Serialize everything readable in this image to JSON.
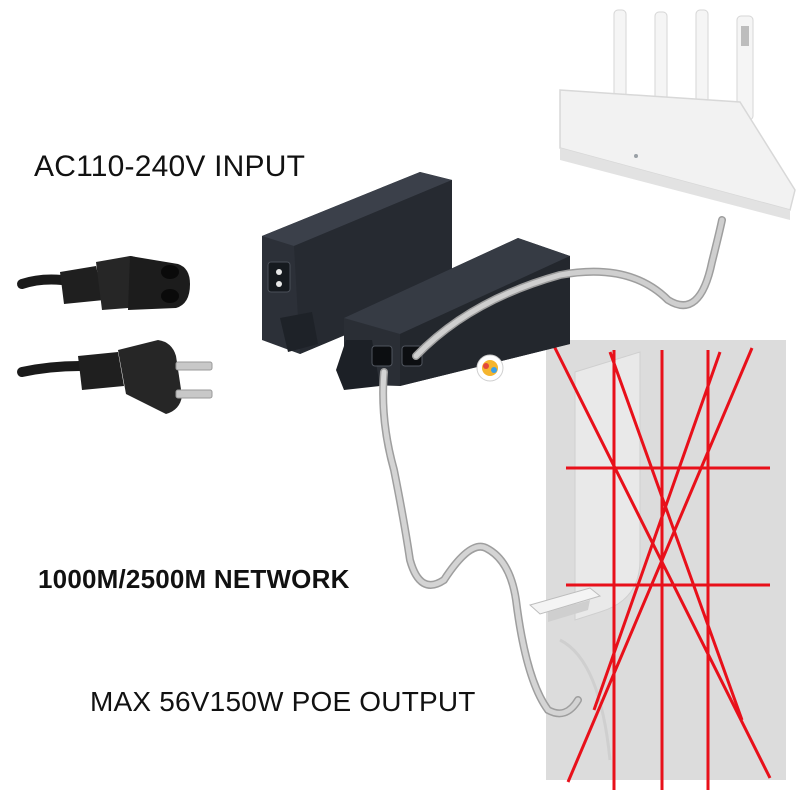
{
  "captions": {
    "input": "AC110-240V INPUT",
    "network": "1000M/2500M NETWORK",
    "poe_output": "MAX 56V150W POE OUTPUT"
  },
  "colors": {
    "background": "#ffffff",
    "adapter_body": "#2c3038",
    "adapter_edge": "#3b404a",
    "cable_gray": "#b9b9b9",
    "cable_black": "#1a1a1a",
    "router_white": "#f2f2f2",
    "ap_panel": "#d9d9d9",
    "red_lines": "#e8101a"
  },
  "icons": {
    "power_cord_c7": "figure-8-connector-icon",
    "power_cord_plug": "two-prong-plug-icon",
    "router": "wifi-router-icon",
    "access_point": "wall-access-point-icon",
    "badge": "small-logo-badge-icon"
  }
}
